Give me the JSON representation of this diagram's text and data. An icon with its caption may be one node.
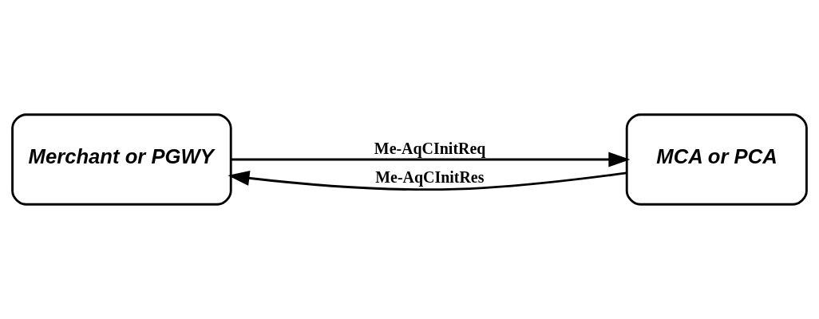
{
  "diagram": {
    "nodes": [
      {
        "text": [
          "Merchant or PGWY"
        ]
      },
      {
        "text": [
          "MCA or PCA"
        ]
      }
    ],
    "edges": [
      {
        "from": 0,
        "to": 1,
        "arrow": "to",
        "label": "Me-AqCInitReq"
      },
      {
        "from": 1,
        "to": 0,
        "arrow": "to",
        "label": "Me-AqCInitRes"
      }
    ]
  }
}
